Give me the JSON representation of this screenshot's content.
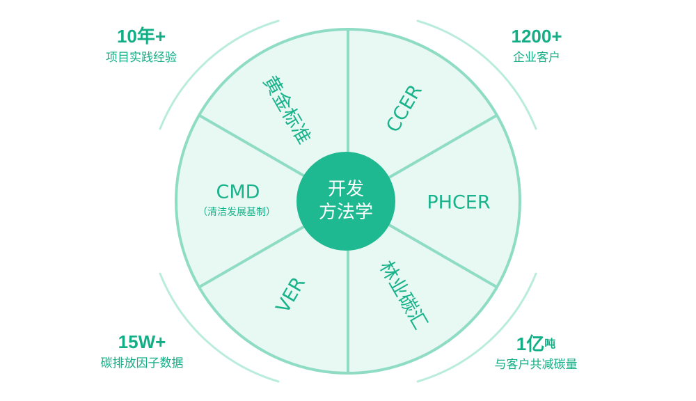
{
  "hub": {
    "line1": "开发",
    "line2": "方法学"
  },
  "segments": {
    "huangjin": "黄金标准",
    "ccer": "CCER",
    "phcer": "PHCER",
    "forestry": "林业碳汇",
    "ver": "VER",
    "cmd": "CMD",
    "cmd_sub": "（清洁发展基制）"
  },
  "stats": {
    "top_left": {
      "value": "10年+",
      "caption": "项目实践经验"
    },
    "top_right": {
      "value": "1200+",
      "caption": "企业客户"
    },
    "bottom_left": {
      "value": "15W+",
      "caption": "碳排放因子数据"
    },
    "bottom_right": {
      "value": "1亿",
      "unit": "吨",
      "caption": "与客户共减碳量"
    }
  },
  "colors": {
    "accent": "#1fb991",
    "text": "#19b38b",
    "sector_fill": "#e8f8f2",
    "divider": "#8fdcc4",
    "outer_arc": "#b9ecdd"
  }
}
